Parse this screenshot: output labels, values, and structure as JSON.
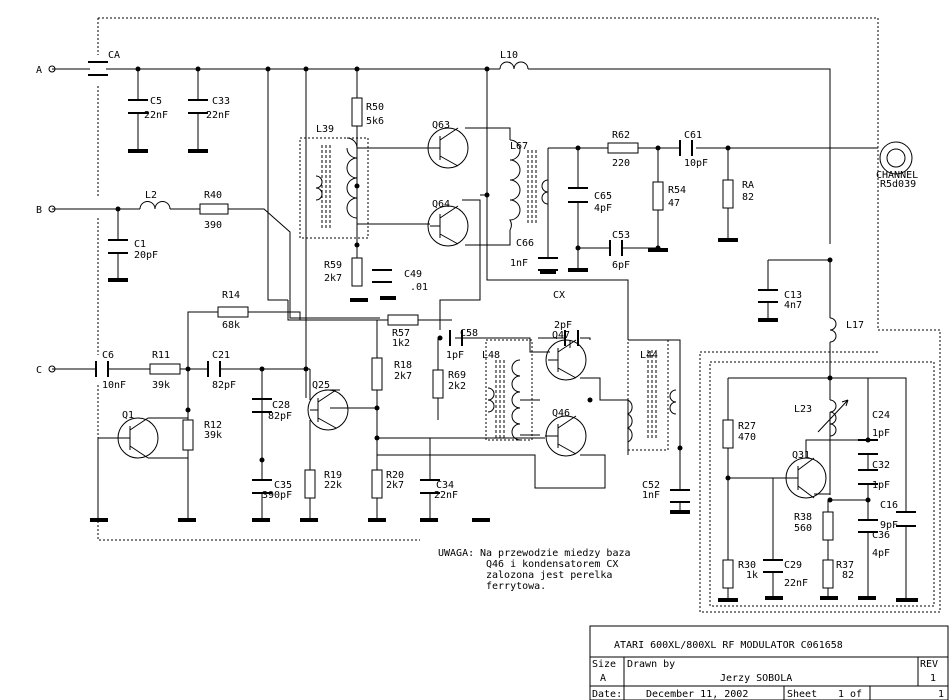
{
  "ports": {
    "a": "A",
    "b": "B",
    "c": "C"
  },
  "parts": {
    "ca": "CA",
    "c5": "C5",
    "c5v": "22nF",
    "c33": "C33",
    "c33v": "22nF",
    "l10": "L10",
    "l39": "L39",
    "r50": "R50",
    "r50v": "5k6",
    "q63": "Q63",
    "q64": "Q64",
    "l67": "L67",
    "r62": "R62",
    "r62v": "220",
    "c61": "C61",
    "c61v": "10pF",
    "c65": "C65",
    "c65v": "4pF",
    "r54": "R54",
    "r54v": "47",
    "ra": "RA",
    "rav": "82",
    "c66": "C66",
    "c66v": "1nF",
    "c53": "C53",
    "c53v": "6pF",
    "r59": "R59",
    "r59v": "2k7",
    "c49": "C49",
    "c49v": ".01",
    "l2": "L2",
    "r40": "R40",
    "r40v": "390",
    "c1": "C1",
    "c1v": "20pF",
    "r14": "R14",
    "r14v": "68k",
    "r57": "R57",
    "r57v": "1k2",
    "c58": "C58",
    "c58v": "1pF",
    "cx": "CX",
    "cxv": "2pF",
    "q47": "Q47",
    "q46": "Q46",
    "l48": "L48",
    "l44": "L44",
    "c13": "C13",
    "c13v": "4n7",
    "l17": "L17",
    "c6": "C6",
    "c6v": "10nF",
    "r11": "R11",
    "r11v": "39k",
    "c21": "C21",
    "c21v": "82pF",
    "r18": "R18",
    "r18v": "2k7",
    "r69": "R69",
    "r69v": "2k2",
    "q1": "Q1",
    "r12": "R12",
    "r12v": "39k",
    "c28": "C28",
    "c28v": "82pF",
    "q25": "Q25",
    "c35": "C35",
    "c35v": "390pF",
    "r19": "R19",
    "r19v": "22k",
    "r20": "R20",
    "r20v": "2k7",
    "c34": "C34",
    "c34v": "22nF",
    "c52": "C52",
    "c52v": "1nF",
    "r27": "R27",
    "r27v": "470",
    "l23": "L23",
    "c24": "C24",
    "c24v": "1pF",
    "q31": "Q31",
    "c32": "C32",
    "c32v": "1pF",
    "c16": "C16",
    "c16v": "9pF",
    "r38": "R38",
    "r38v": "560",
    "c36": "C36",
    "c36v": "4pF",
    "r30": "R30",
    "r30v": "1k",
    "c29": "C29",
    "c29v": "22nF",
    "r37": "R37",
    "r37v": "82"
  },
  "output_label": "CHANNEL",
  "output_overlap": "R5d039",
  "note": {
    "head": "UWAGA:",
    "l1": "Na przewodzie miedzy baza",
    "l2": "Q46 i kondensatorem CX",
    "l3": "zalozona jest perelka",
    "l4": "ferrytowa."
  },
  "title_block": {
    "title": "ATARI 600XL/800XL RF MODULATOR C061658",
    "size_label": "Size",
    "size": "A",
    "drawn_label": "Drawn by",
    "drawn": "Jerzy SOBOLA",
    "rev_label": "REV",
    "rev": "1",
    "date_label": "Date:",
    "date": "December 11, 2002",
    "sheet_label": "Sheet",
    "sheet": "1 of",
    "sheet_total": "1"
  }
}
